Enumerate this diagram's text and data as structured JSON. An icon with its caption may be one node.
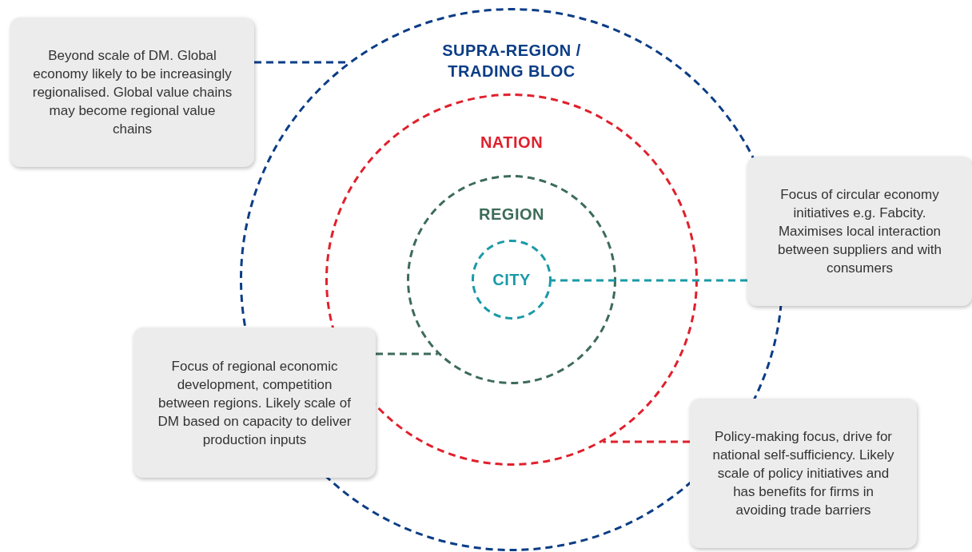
{
  "diagram": {
    "nodes": [
      {
        "text": [
          "SUPRA-REGION / TRADING BLOC"
        ]
      },
      {
        "text": [
          "NATION"
        ],
        "in": 0
      },
      {
        "text": [
          "REGION"
        ],
        "in": 1
      },
      {
        "text": [
          "CITY"
        ],
        "in": 2
      },
      {
        "text": [
          "Beyond scale of DM. Global economy likely to be increasingly regionalised. Global value chains may become regional value chains"
        ]
      },
      {
        "text": [
          "Focus of circular economy initiatives e.g. Fabcity. Maximises local interaction between suppliers and with consumers"
        ]
      },
      {
        "text": [
          "Focus of regional economic development, competition between regions. Likely scale of DM based on capacity to deliver production inputs"
        ]
      },
      {
        "text": [
          "Policy-making focus, drive for national self-sufficiency. Likely scale of policy initiatives and has benefits for firms in avoiding trade barriers"
        ]
      }
    ],
    "edges": [
      {
        "from": 4,
        "to": 0,
        "arrow": "none",
        "style": "dashed",
        "color": "#0b3d86"
      },
      {
        "from": 5,
        "to": 3,
        "arrow": "none",
        "style": "dashed",
        "color": "#1a9aa8"
      },
      {
        "from": 6,
        "to": 2,
        "arrow": "none",
        "style": "dashed",
        "color": "#3d6b5a"
      },
      {
        "from": 7,
        "to": 1,
        "arrow": "none",
        "style": "dashed",
        "color": "#e0202c"
      }
    ]
  }
}
